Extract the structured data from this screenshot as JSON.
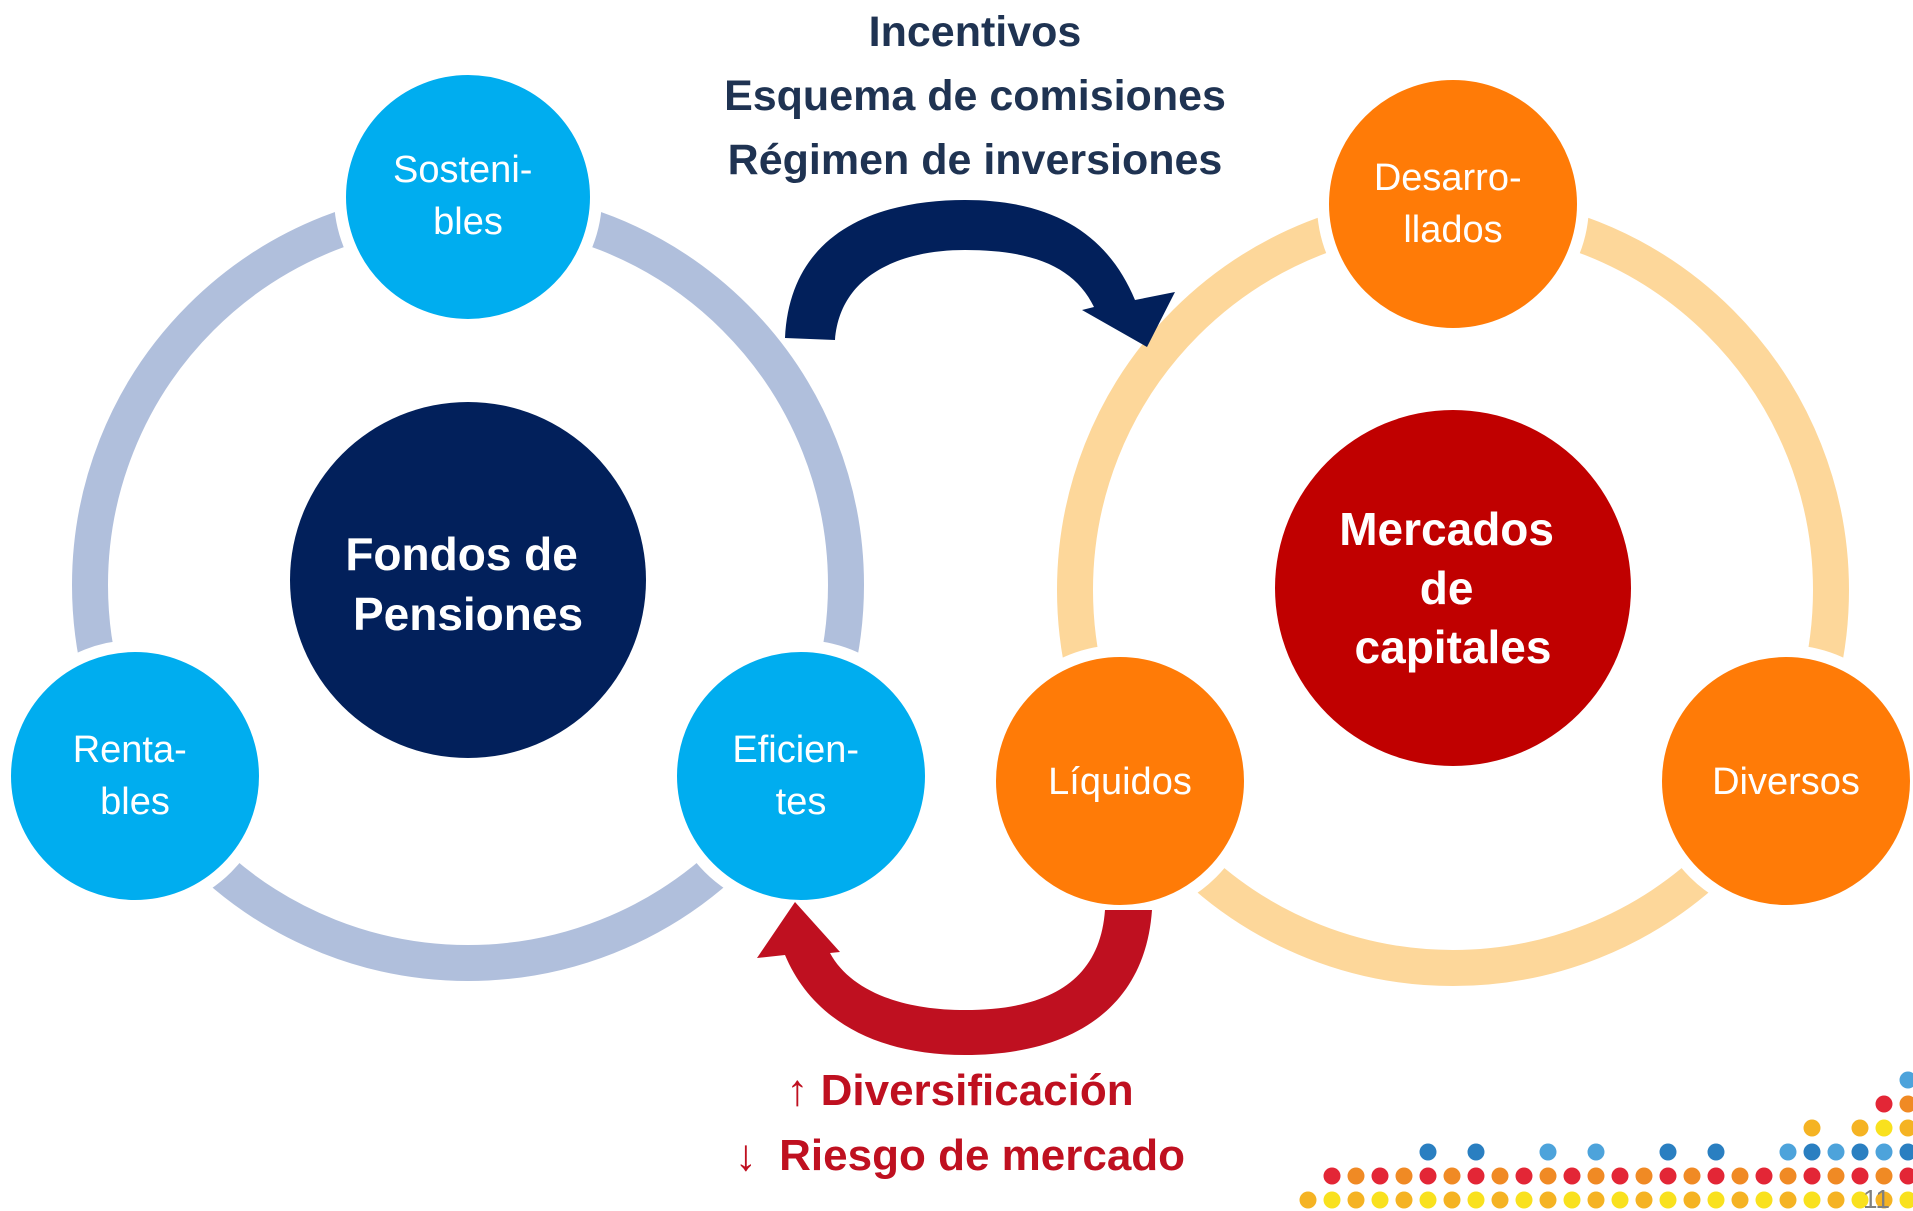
{
  "top_labels": [
    "Incentivos",
    "Esquema de comisiones",
    "Régimen de inversiones"
  ],
  "bottom_labels": [
    {
      "arrow": "↑",
      "text": "Diversificación"
    },
    {
      "arrow": "↓",
      "text": "Riesgo de mercado"
    }
  ],
  "left_cycle": {
    "center": [
      "Fondos de",
      "Pensiones"
    ],
    "nodes": [
      {
        "id": "sostenibles",
        "lines": [
          "Sosteni-",
          "bles"
        ]
      },
      {
        "id": "rentables",
        "lines": [
          "Renta-",
          "bles"
        ]
      },
      {
        "id": "eficientes",
        "lines": [
          "Eficien-",
          "tes"
        ]
      }
    ]
  },
  "right_cycle": {
    "center": [
      "Mercados",
      "de",
      "capitales"
    ],
    "nodes": [
      {
        "id": "desarrollados",
        "lines": [
          "Desarro-",
          "llados"
        ]
      },
      {
        "id": "liquidos",
        "lines": [
          "Líquidos"
        ]
      },
      {
        "id": "diversos",
        "lines": [
          "Diversos"
        ]
      }
    ]
  },
  "page_number": "11",
  "colors": {
    "navy": "#0D2D5B",
    "dark_navy": "#02205B",
    "left_ring": "#B0BFDC",
    "cyan": "#00ADEF",
    "right_ring": "#FDD79A",
    "orange": "#FF7B07",
    "red": "#C00000",
    "arrow_red": "#BF1020",
    "text_dark": "#1F3352"
  }
}
